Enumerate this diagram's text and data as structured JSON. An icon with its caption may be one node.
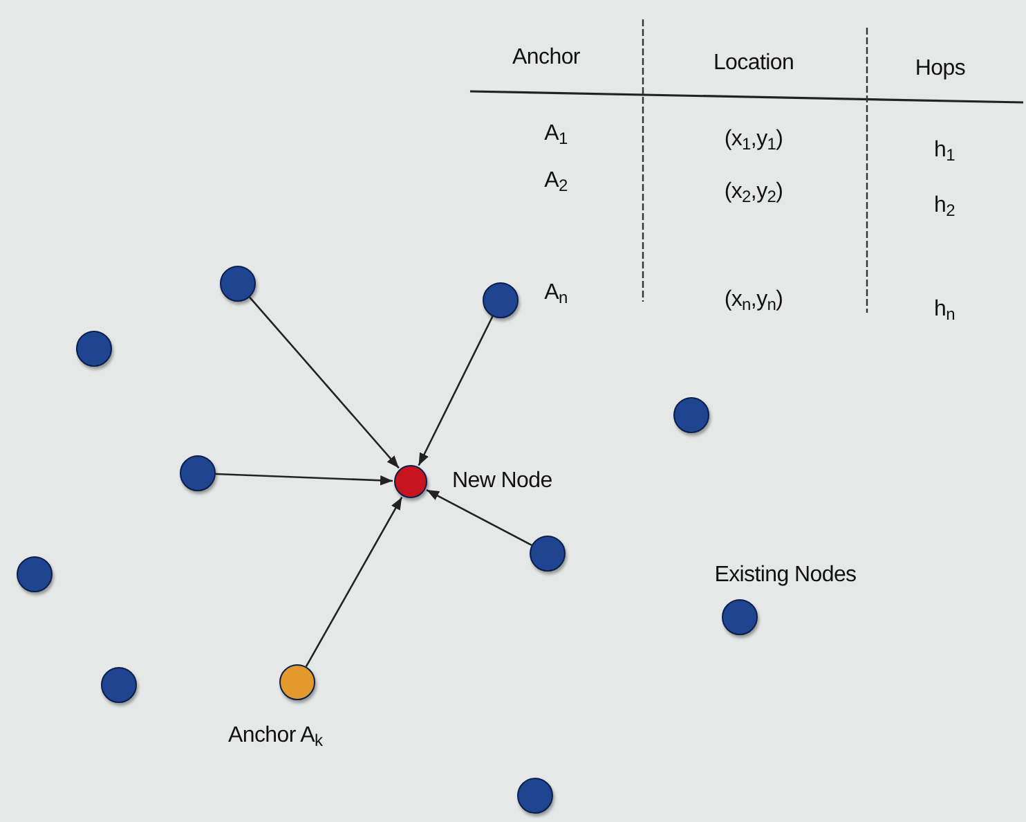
{
  "diagram": {
    "nodes": [
      {
        "text": [],
        "shape": "circle"
      },
      {
        "text": [],
        "shape": "circle"
      },
      {
        "text": [],
        "shape": "circle"
      },
      {
        "text": [],
        "shape": "circle"
      },
      {
        "text": [],
        "shape": "circle"
      },
      {
        "text": [],
        "shape": "circle",
        "beside": [
          "New Node"
        ]
      },
      {
        "text": [],
        "shape": "circle"
      },
      {
        "text": [],
        "shape": "circle"
      },
      {
        "text": [],
        "shape": "circle"
      },
      {
        "text": [],
        "shape": "circle",
        "beside": [
          "Anchor A$_{k}$"
        ]
      },
      {
        "text": [],
        "shape": "circle"
      },
      {
        "text": [],
        "shape": "circle"
      }
    ],
    "edges": [
      {
        "from": 0,
        "to": 5,
        "arrow": "to"
      },
      {
        "from": 1,
        "to": 5,
        "arrow": "to"
      },
      {
        "from": 4,
        "to": 5,
        "arrow": "to"
      },
      {
        "from": 7,
        "to": 5,
        "arrow": "to"
      },
      {
        "from": 9,
        "to": 5,
        "arrow": "to"
      }
    ],
    "labels": [
      "Anchor",
      "Location",
      "Hops",
      "A$_{1}$",
      "(x$_{1}$,y$_{1}$)",
      "h$_{1}$",
      "A$_{2}$",
      "(x$_{2}$,y$_{2}$)",
      "h$_{2}$",
      "A$_{n}$",
      "(x$_{n}$,y$_{n}$)",
      "h$_{n}$",
      "Existing Nodes"
    ]
  }
}
